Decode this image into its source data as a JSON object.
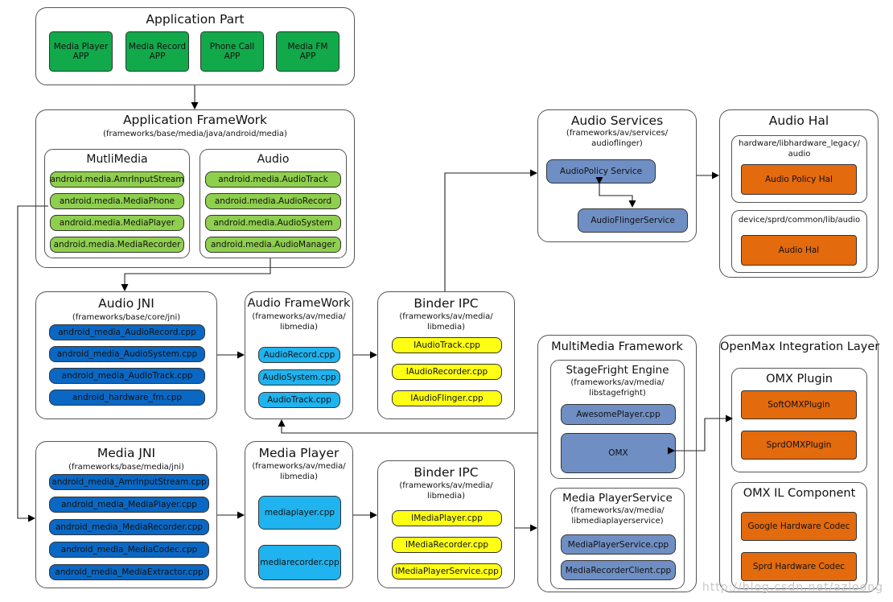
{
  "app_part": {
    "title": "Application Part",
    "apps": [
      "Media Player\nAPP",
      "Media Record\nAPP",
      "Phone Call\nAPP",
      "Media FM\nAPP"
    ]
  },
  "app_framework": {
    "title": "Application FrameWork",
    "path": "(frameworks/base/media/java/android/media)",
    "multimedia": {
      "title": "MutliMedia",
      "items": [
        "android.media.AmrInputStream",
        "android.media.MediaPhone",
        "android.media.MediaPlayer",
        "android.media.MediaRecorder"
      ]
    },
    "audio": {
      "title": "Audio",
      "items": [
        "android.media.AudioTrack",
        "android.media.AudioRecord",
        "android.media.AudioSystem",
        "android.media.AudioManager"
      ]
    }
  },
  "audio_jni": {
    "title": "Audio JNI",
    "path": "(frameworks/base/core/jni)",
    "items": [
      "android_media_AudioRecord.cpp",
      "android_media_AudioSystem.cpp",
      "android_media_AudioTrack.cpp",
      "android_hardware_fm.cpp"
    ]
  },
  "audio_framework": {
    "title": "Audio FrameWork",
    "path": "(frameworks/av/media/\nlibmedia)",
    "items": [
      "AudioRecord.cpp",
      "AudioSystem.cpp",
      "AudioTrack.cpp"
    ]
  },
  "binder_ipc_audio": {
    "title": "Binder IPC",
    "path": "(frameworks/av/media/\nlibmedia)",
    "items": [
      "IAudioTrack.cpp",
      "IAudioRecorder.cpp",
      "IAudioFlinger.cpp"
    ]
  },
  "audio_services": {
    "title": "Audio Services",
    "path": "(frameworks/av/services/\naudioflinger)",
    "items": [
      "AudioPolicy Service",
      "AudioFlingerService"
    ]
  },
  "audio_hal": {
    "title": "Audio Hal",
    "legacy_path": "hardware/libhardware_legacy/\naudio",
    "legacy_item": "Audio Policy Hal",
    "device_path": "device/sprd/common/lib/audio",
    "device_item": "Audio Hal"
  },
  "media_jni": {
    "title": "Media JNI",
    "path": "(frameworks/base/media/jni)",
    "items": [
      "android_media_AmrInputStream.cpp",
      "android_media_MediaPlayer.cpp",
      "android_media_MediaRecorder.cpp",
      "android_media_MediaCodec.cpp",
      "android_media_MediaExtractor.cpp"
    ]
  },
  "media_player": {
    "title": "Media Player",
    "path": "(frameworks/av/media/\nlibmedia)",
    "items": [
      "mediaplayer.cpp",
      "mediarecorder.cpp"
    ]
  },
  "binder_ipc_media": {
    "title": "Binder IPC",
    "path": "(frameworks/av/media/\nlibmedia)",
    "items": [
      "IMediaPlayer.cpp",
      "IMediaRecorder.cpp",
      "IMediaPlayerService.cpp"
    ]
  },
  "multimedia_framework": {
    "title": "MultiMedia Framework",
    "stagefright": {
      "title": "StageFright Engine",
      "path": "(frameworks/av/media/\nlibstagefright)",
      "items": [
        "AwesomePlayer.cpp",
        "OMX"
      ]
    },
    "player_service": {
      "title": "Media PlayerService",
      "path": "(frameworks/av/media/\nlibmediaplayerservice)",
      "items": [
        "MediaPlayerService.cpp",
        "MediaRecorderClient.cpp"
      ]
    }
  },
  "openmax": {
    "title": "OpenMax Integration Layer",
    "plugin": {
      "title": "OMX Plugin",
      "items": [
        "SoftOMXPlugin",
        "SprdOMXPlugin"
      ]
    },
    "component": {
      "title": "OMX IL Component",
      "items": [
        "Google Hardware Codec",
        "Sprd Hardware Codec"
      ]
    }
  },
  "watermark": "http://blog.csdn.net/azloong",
  "colors": {
    "app_green": "#12a94b",
    "light_green": "#8fcf4e",
    "dark_blue": "#0a68c4",
    "light_blue": "#1fb3ef",
    "yellow": "#ffff14",
    "steel_blue": "#6f8fc4",
    "orange": "#e36a0d"
  }
}
